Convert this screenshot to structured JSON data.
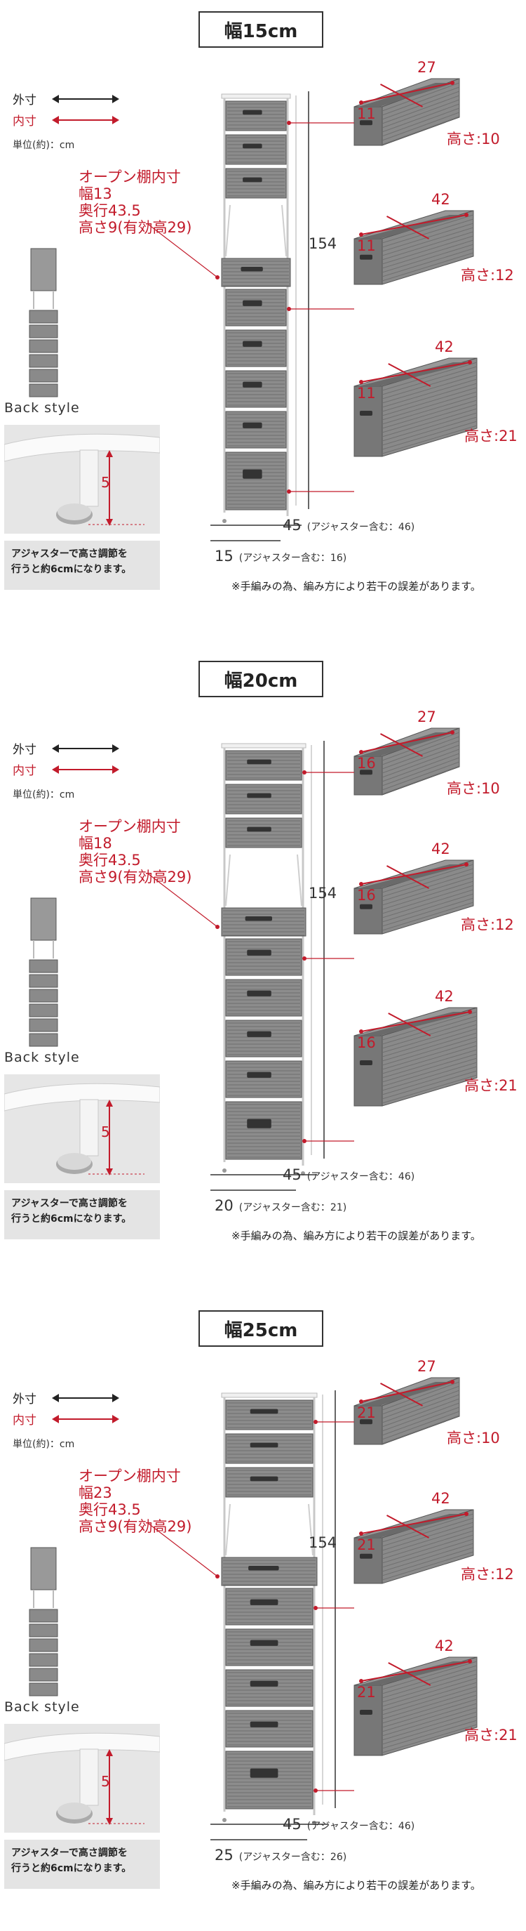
{
  "legend": {
    "outer": "外寸",
    "inner": "内寸",
    "unit": "単位(約)：cm"
  },
  "back_style": "Back style",
  "adjuster_height": "5",
  "adjuster_note": [
    "アジャスターで高さ調節を",
    "行うと約6cmになります。"
  ],
  "footnote": "※手編みの為、編み方により若干の誤差があります。",
  "depth_label": "45",
  "depth_suffix": "(アジャスター含む：46)",
  "total_height": "154",
  "baskets": [
    {
      "length": "27",
      "height_label": "高さ:10"
    },
    {
      "length": "42",
      "height_label": "高さ:12"
    },
    {
      "length": "42",
      "height_label": "高さ:21"
    }
  ],
  "open_shelf": {
    "line1": "オープン棚内寸",
    "line3": "奥行43.5",
    "line4": "高さ9(有効高29)"
  },
  "sections": [
    {
      "title": "幅15cm",
      "inner_width_label": "幅13",
      "basket_width": "11",
      "width_label": "15",
      "width_suffix": "(アジャスター含む：16)"
    },
    {
      "title": "幅20cm",
      "inner_width_label": "幅18",
      "basket_width": "16",
      "width_label": "20",
      "width_suffix": "(アジャスター含む：21)"
    },
    {
      "title": "幅25cm",
      "inner_width_label": "幅23",
      "basket_width": "21",
      "width_label": "25",
      "width_suffix": "(アジャスター含む：26)"
    }
  ],
  "colors": {
    "accent": "#c21b2b",
    "basket": "#8a8a8a",
    "basket_dark": "#5e5e5e",
    "frame": "#cfcfcf"
  }
}
